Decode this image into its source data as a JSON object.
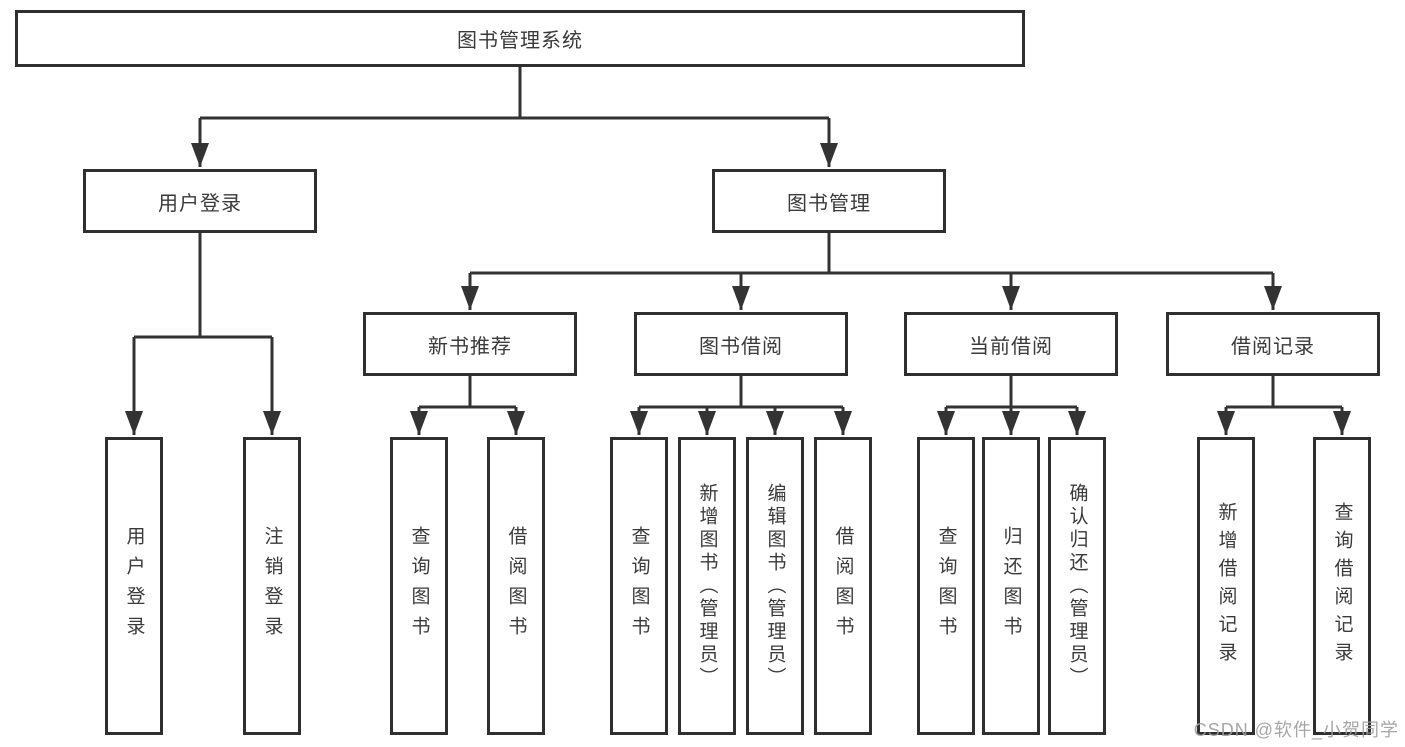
{
  "diagram": {
    "type": "tree",
    "root": {
      "label": "图书管理系统"
    },
    "level1": [
      {
        "id": "user-login",
        "label": "用户登录"
      },
      {
        "id": "book-management",
        "label": "图书管理"
      }
    ],
    "level2": [
      {
        "id": "new-book-recommendation",
        "label": "新书推荐",
        "parent": "book-management"
      },
      {
        "id": "book-borrowing",
        "label": "图书借阅",
        "parent": "book-management"
      },
      {
        "id": "current-borrowing",
        "label": "当前借阅",
        "parent": "book-management"
      },
      {
        "id": "borrowing-records",
        "label": "借阅记录",
        "parent": "book-management"
      }
    ],
    "leaves": [
      {
        "label": "用户登录",
        "parent": "user-login"
      },
      {
        "label": "注销登录",
        "parent": "user-login"
      },
      {
        "label": "查询图书",
        "parent": "new-book-recommendation"
      },
      {
        "label": "借阅图书",
        "parent": "new-book-recommendation"
      },
      {
        "label": "查询图书",
        "parent": "book-borrowing"
      },
      {
        "label": "新增图书（管理员）",
        "parent": "book-borrowing"
      },
      {
        "label": "编辑图书（管理员）",
        "parent": "book-borrowing"
      },
      {
        "label": "借阅图书",
        "parent": "book-borrowing"
      },
      {
        "label": "查询图书",
        "parent": "current-borrowing"
      },
      {
        "label": "归还图书",
        "parent": "current-borrowing"
      },
      {
        "label": "确认归还（管理员）",
        "parent": "current-borrowing"
      },
      {
        "label": "新增借阅记录",
        "parent": "borrowing-records"
      },
      {
        "label": "查询借阅记录",
        "parent": "borrowing-records"
      }
    ]
  },
  "watermark": {
    "text": "CSDN @软件_小贺同学"
  },
  "colors": {
    "line": "#333333",
    "box_border": "#2f2f2f",
    "box_fill": "#ffffff",
    "text": "#3a3a3a",
    "watermark": "#9e9e9e",
    "background": "#ffffff"
  }
}
